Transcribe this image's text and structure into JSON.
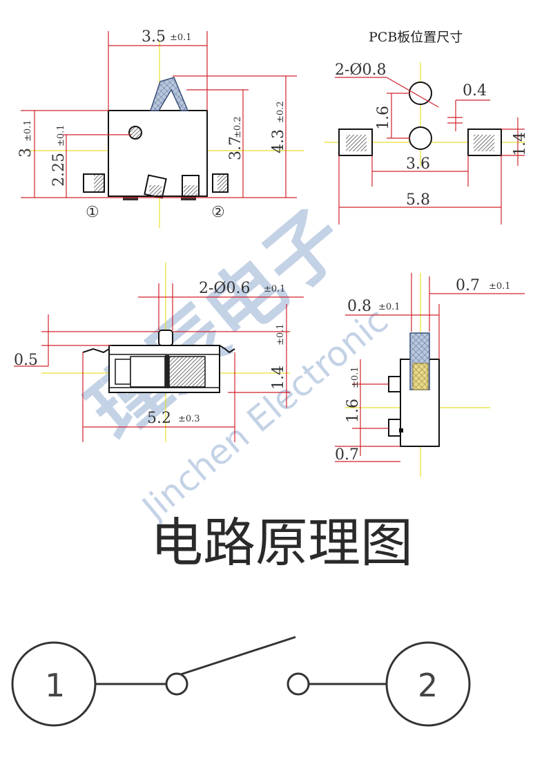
{
  "top_view": {
    "width_dim": "3.5",
    "width_tol": "±0.1",
    "height_left_dim": "3",
    "height_left_tol": "±0.1",
    "hole_height_dim": "2.25",
    "hole_height_tol": "±0.1",
    "actuator_height_dim": "3.7",
    "actuator_height_tol": "±0.2",
    "total_height_dim": "4.3",
    "total_height_tol": "±0.2",
    "terminal_1": "①",
    "terminal_2": "②"
  },
  "pcb_layout": {
    "title": "PCB板位置尺寸",
    "hole_label": "2-Ø0.8",
    "hole_spacing": "1.6",
    "offset": "0.4",
    "pad_height": "1.4",
    "pad_inner_span": "3.6",
    "pad_outer_span": "5.8"
  },
  "front_view": {
    "post_label": "2-Ø0.6",
    "post_tol": "±0.1",
    "step_height": "0.5",
    "body_height": "1.4",
    "body_height_tol": "±0.1",
    "length_dim": "5.2",
    "length_tol": "±0.3"
  },
  "side_view": {
    "lever_width": "0.7",
    "lever_width_tol": "±0.1",
    "lever_inner": "0.8",
    "lever_inner_tol": "±0.1",
    "post_spacing": "1.6",
    "post_spacing_tol": "±0.1",
    "bottom_offset": "0.7"
  },
  "watermark": {
    "cn": "瑾辰电子",
    "en": "Jinchen Electronic"
  },
  "schematic": {
    "title": "电路原理图",
    "node_1": "1",
    "node_2": "2"
  },
  "colors": {
    "dimension_line": "#d0202a",
    "center_line": "#e8df2a",
    "outline": "#111111",
    "watermark": "#2f62a8"
  }
}
